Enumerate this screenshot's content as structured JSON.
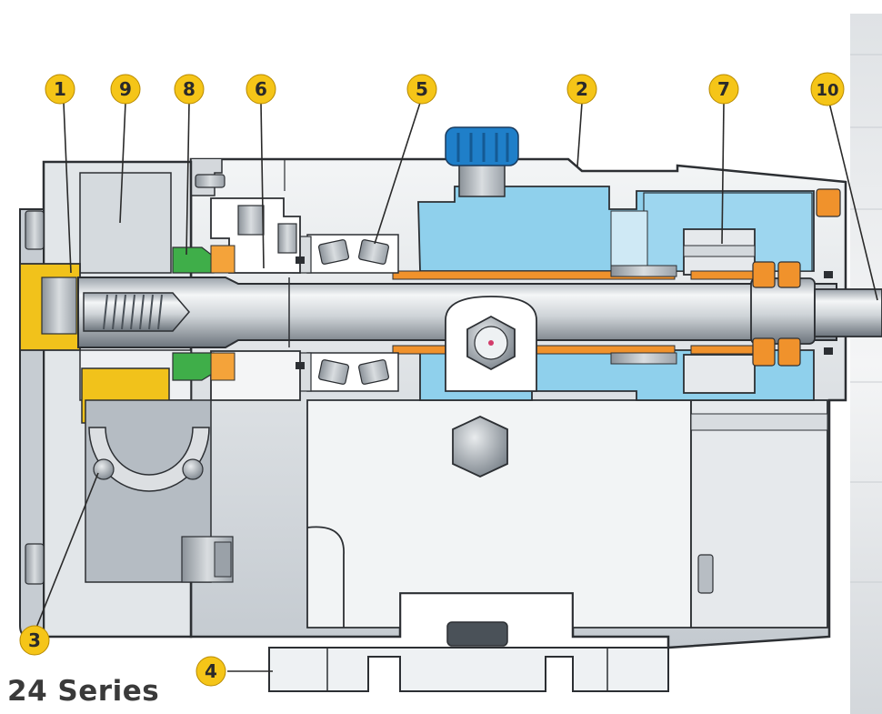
{
  "caption": "24 Series",
  "callouts": [
    {
      "id": "1",
      "label": "1"
    },
    {
      "id": "9",
      "label": "9"
    },
    {
      "id": "8",
      "label": "8"
    },
    {
      "id": "6",
      "label": "6"
    },
    {
      "id": "5",
      "label": "5"
    },
    {
      "id": "2",
      "label": "2"
    },
    {
      "id": "7",
      "label": "7"
    },
    {
      "id": "10",
      "label": "10"
    },
    {
      "id": "3",
      "label": "3"
    },
    {
      "id": "4",
      "label": "4"
    }
  ],
  "colors": {
    "badge_fill": "#f5c518",
    "badge_text": "#2a2a2a",
    "housing_light": "#e9ecef",
    "housing_mid": "#c9ced4",
    "housing_dark": "#7d858d",
    "cutaway_blue": "#8fd0ec",
    "bearing_orange": "#f0922c",
    "rotor_yellow": "#f1c21b",
    "seal_green": "#3fae49",
    "knob_blue": "#1f7fc9"
  }
}
